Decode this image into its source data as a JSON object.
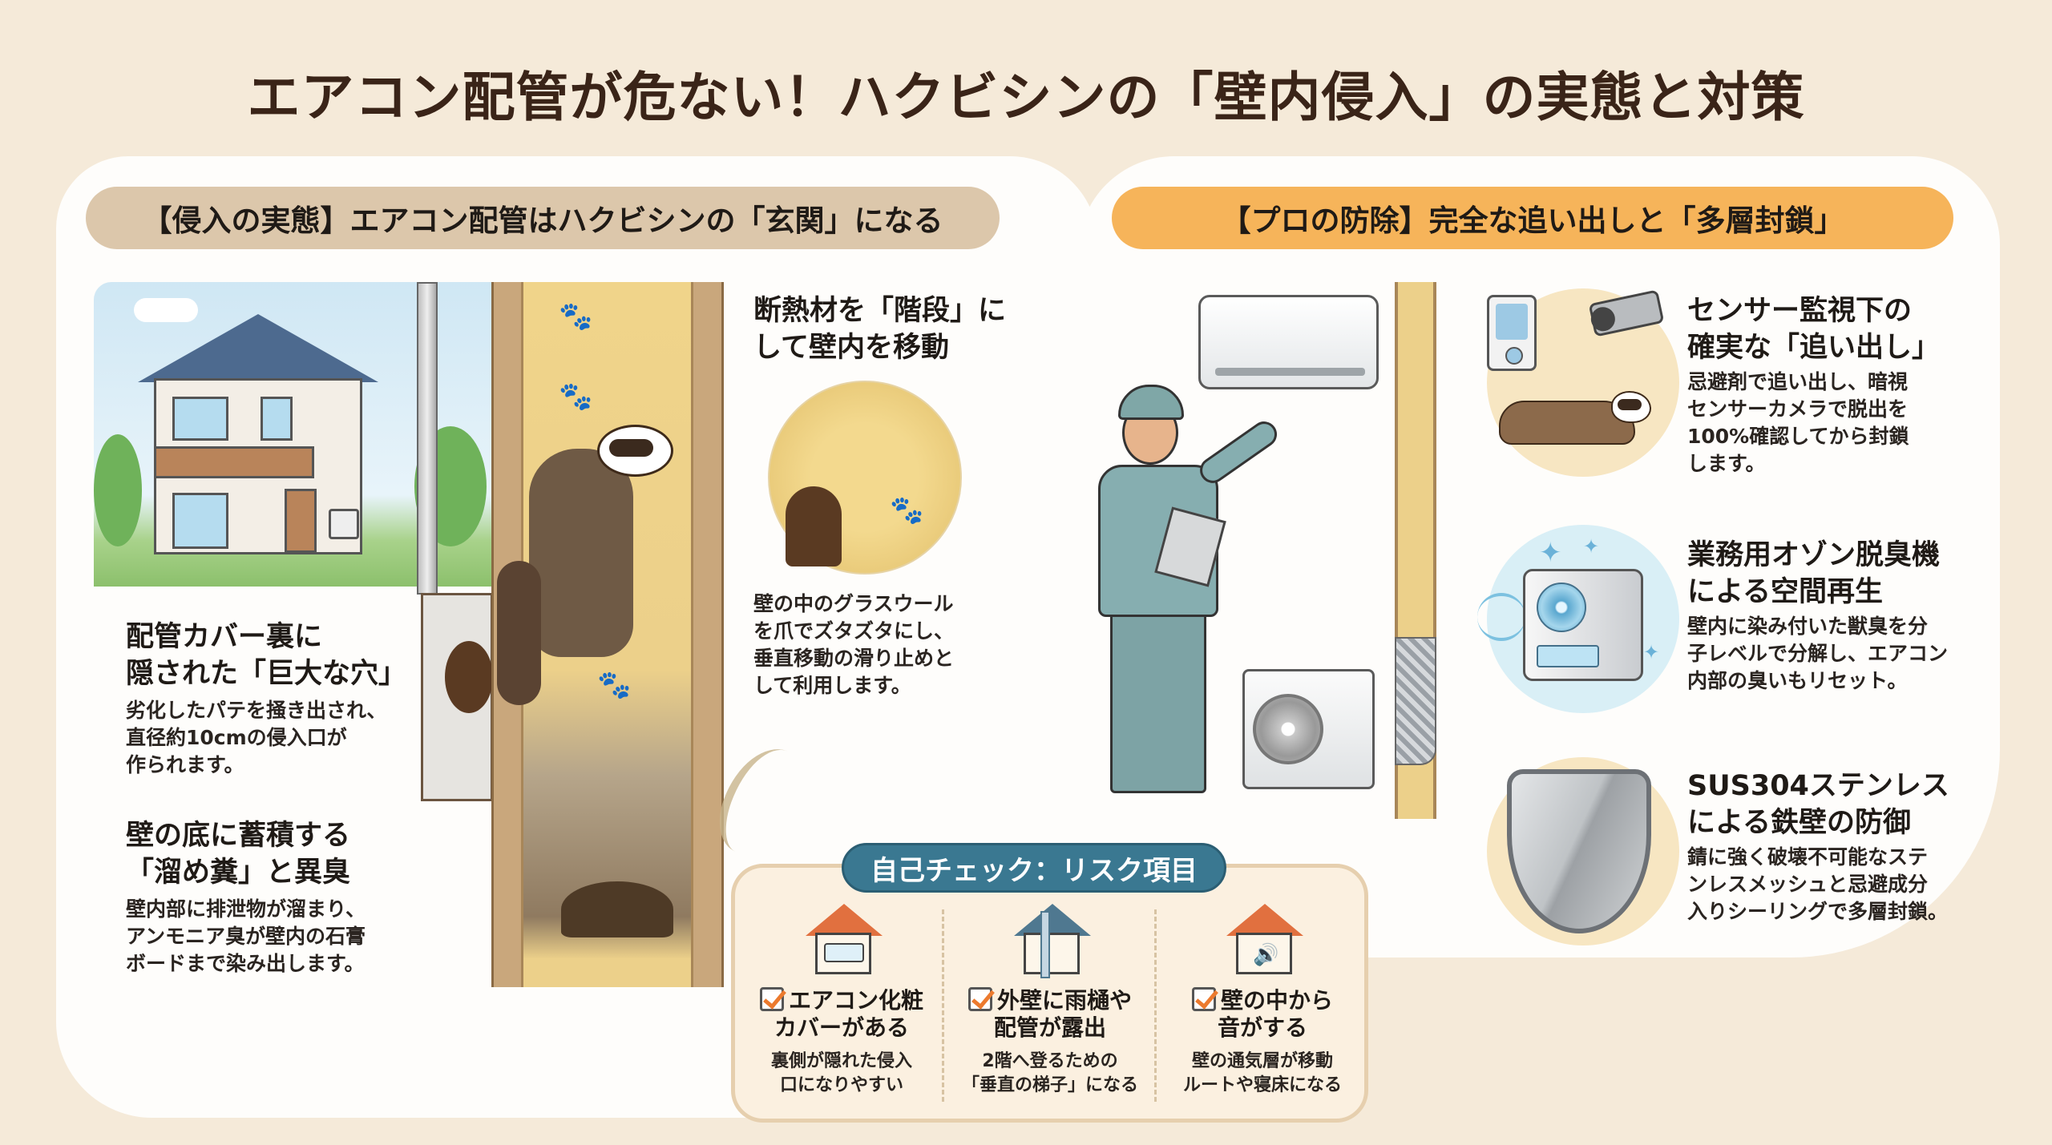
{
  "title": "エアコン配管が危ない！ハクビシンの「壁内侵入」の実態と対策",
  "colors": {
    "background": "#f5ead9",
    "panel": "#fefdfb",
    "left_pill": "#dcc7ab",
    "right_pill": "#f6b45a",
    "risk_title_bg": "#3a7891",
    "check_accent": "#ec7a2e",
    "title_text": "#3a2418"
  },
  "left_panel": {
    "header": "【侵入の実態】エアコン配管はハクビシンの「玄関」になる",
    "illustrations": [
      "house-scene",
      "wall-cross-section",
      "civet-climbing",
      "pipe-cover-hole",
      "droppings-pile",
      "odor-smoke",
      "paw-prints",
      "claw-scratches"
    ],
    "items": [
      {
        "heading": "配管カバー裏に隠された「巨大な穴」",
        "heading_lines": [
          "配管カバー裏に",
          "隠された「巨大な穴」"
        ],
        "body_lines": [
          "劣化したパテを掻き出され、",
          "直径約10cmの侵入口が",
          "作られます。"
        ]
      },
      {
        "heading": "壁の底に蓄積する「溜め糞」と異臭",
        "heading_lines": [
          "壁の底に蓄積する",
          "「溜め糞」と異臭"
        ],
        "body_lines": [
          "壁内部に排泄物が溜まり、",
          "アンモニア臭が壁内の石膏",
          "ボードまで染み出します。"
        ]
      },
      {
        "heading": "断熱材を「階段」にして壁内を移動",
        "heading_lines": [
          "断熱材を「階段」に",
          "して壁内を移動"
        ],
        "body_lines": [
          "壁の中のグラスウール",
          "を爪でズタズタにし、",
          "垂直移動の滑り止めと",
          "して利用します。"
        ]
      }
    ]
  },
  "right_panel": {
    "header": "【プロの防除】完全な追い出しと「多層封鎖」",
    "illustrations": [
      "technician-pointing",
      "ac-indoor-unit",
      "ac-outdoor-unit",
      "mesh-duct",
      "insulated-wall"
    ],
    "items": [
      {
        "icon": "sensor-camera-civet-icon",
        "heading_lines": [
          "センサー監視下の",
          "確実な「追い出し」"
        ],
        "body_lines": [
          "忌避剤で追い出し、暗視",
          "センサーカメラで脱出を",
          "100%確認してから封鎖",
          "します。"
        ]
      },
      {
        "icon": "ozone-machine-icon",
        "heading_lines": [
          "業務用オゾン脱臭機",
          "による空間再生"
        ],
        "body_lines": [
          "壁内に染み付いた獣臭を分",
          "子レベルで分解し、エアコン",
          "内部の臭いもリセット。"
        ]
      },
      {
        "icon": "shield-icon",
        "heading_lines": [
          "SUS304ステンレス",
          "による鉄壁の防御"
        ],
        "body_lines": [
          "錆に強く破壊不可能なステ",
          "ンレスメッシュと忌避成分",
          "入りシーリングで多層封鎖。"
        ]
      }
    ]
  },
  "risk_check": {
    "title": "自己チェック：リスク項目",
    "items": [
      {
        "icon": "house-aircon-icon",
        "label_lines": [
          "エアコン化粧",
          "カバーがある"
        ],
        "desc_lines": [
          "裏側が隠れた侵入",
          "口になりやすい"
        ]
      },
      {
        "icon": "house-downpipe-icon",
        "label_lines": [
          "外壁に雨樋や",
          "配管が露出"
        ],
        "desc_lines": [
          "2階へ登るための",
          "「垂直の梯子」になる"
        ]
      },
      {
        "icon": "house-sound-icon",
        "label_lines": [
          "壁の中から",
          "音がする"
        ],
        "desc_lines": [
          "壁の通気層が移動",
          "ルートや寝床になる"
        ]
      }
    ]
  }
}
